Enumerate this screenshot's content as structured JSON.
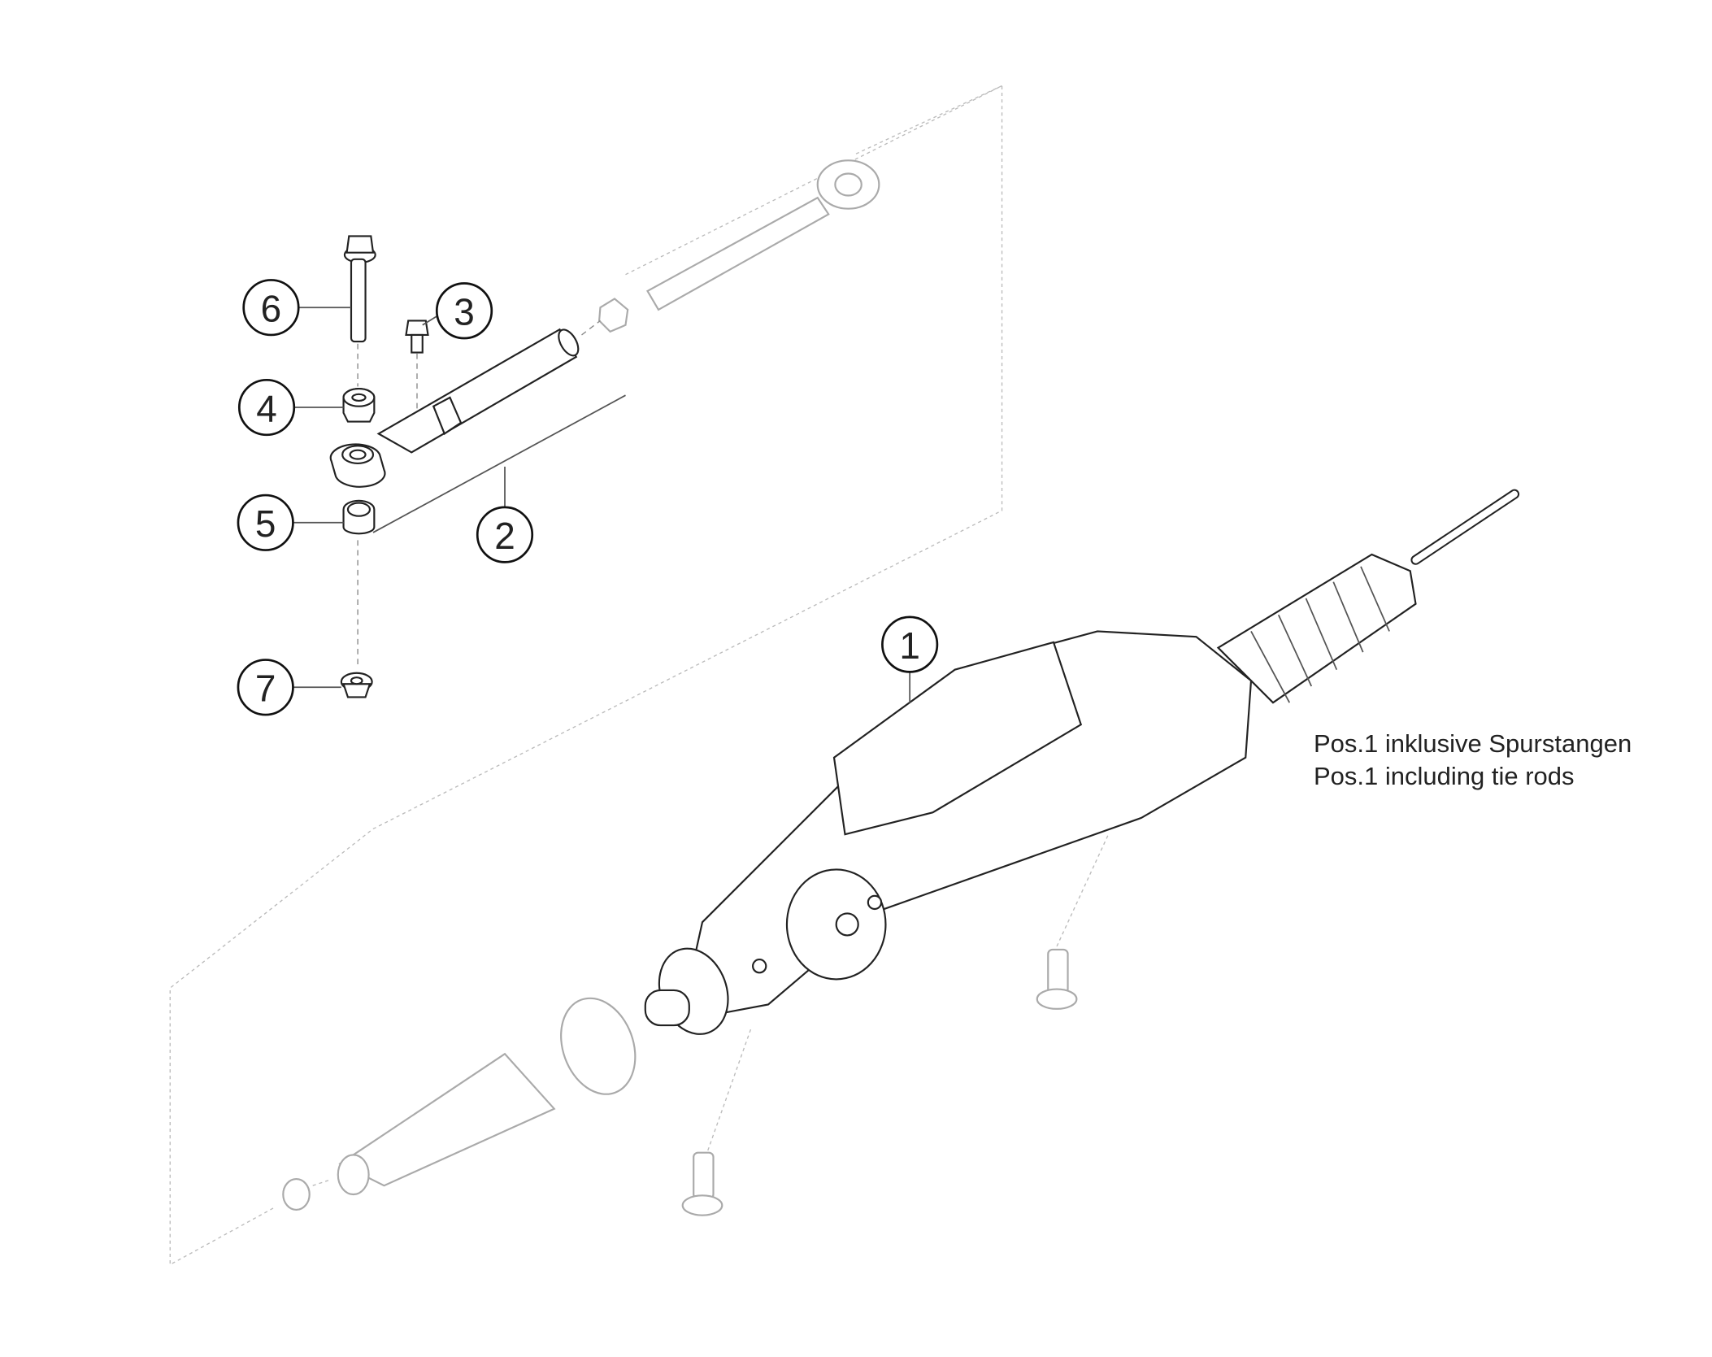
{
  "callouts": [
    {
      "id": "1",
      "label": "1"
    },
    {
      "id": "2",
      "label": "2"
    },
    {
      "id": "3",
      "label": "3"
    },
    {
      "id": "4",
      "label": "4"
    },
    {
      "id": "5",
      "label": "5"
    },
    {
      "id": "6",
      "label": "6"
    },
    {
      "id": "7",
      "label": "7"
    }
  ],
  "note": {
    "line_de": "Pos.1 inklusive Spurstangen",
    "line_en": "Pos.1 including tie rods"
  },
  "colors": {
    "line": "#222222",
    "ghost": "#aaaaaa",
    "frame": "#bbbbbb"
  }
}
